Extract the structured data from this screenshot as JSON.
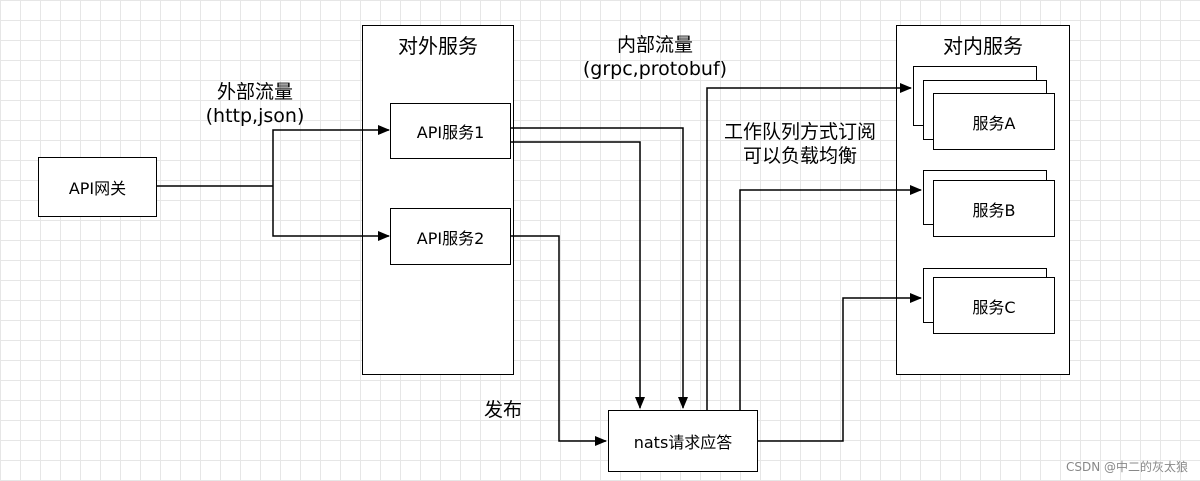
{
  "nodes": {
    "gateway": "API网关",
    "api1": "API服务1",
    "api2": "API服务2",
    "nats": "nats请求应答",
    "svcA": "服务A",
    "svcB": "服务B",
    "svcC": "服务C"
  },
  "containers": {
    "external": "对外服务",
    "internal": "对内服务"
  },
  "labels": {
    "external_traffic_1": "外部流量",
    "external_traffic_2": "(http,json)",
    "internal_traffic_1": "内部流量",
    "internal_traffic_2": "(grpc,protobuf)",
    "work_queue_1": "工作队列方式订阅",
    "work_queue_2": "可以负载均衡",
    "publish": "发布"
  },
  "watermark": "CSDN @中二的灰太狼"
}
